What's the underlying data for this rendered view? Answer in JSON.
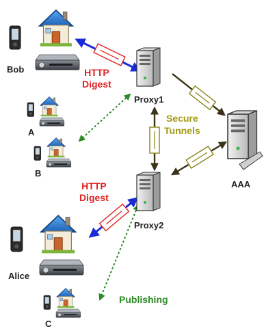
{
  "nodes": {
    "bob": "Bob",
    "a": "A",
    "b": "B",
    "alice": "Alice",
    "c": "C",
    "proxy1": "Proxy1",
    "proxy2": "Proxy2",
    "aaa": "AAA"
  },
  "links": {
    "digest1_line1": "HTTP",
    "digest1_line2": "Digest",
    "digest2_line1": "HTTP",
    "digest2_line2": "Digest",
    "tunnels_line1": "Secure",
    "tunnels_line2": "Tunnels",
    "publishing": "Publishing"
  },
  "colors": {
    "digest_arrow": "#1a2ad8",
    "digest_text": "#e02020",
    "tunnel": "#8a8418",
    "tunnel_text": "#a39a14",
    "proxy_link": "#3a3318",
    "publish": "#2c8c22"
  }
}
